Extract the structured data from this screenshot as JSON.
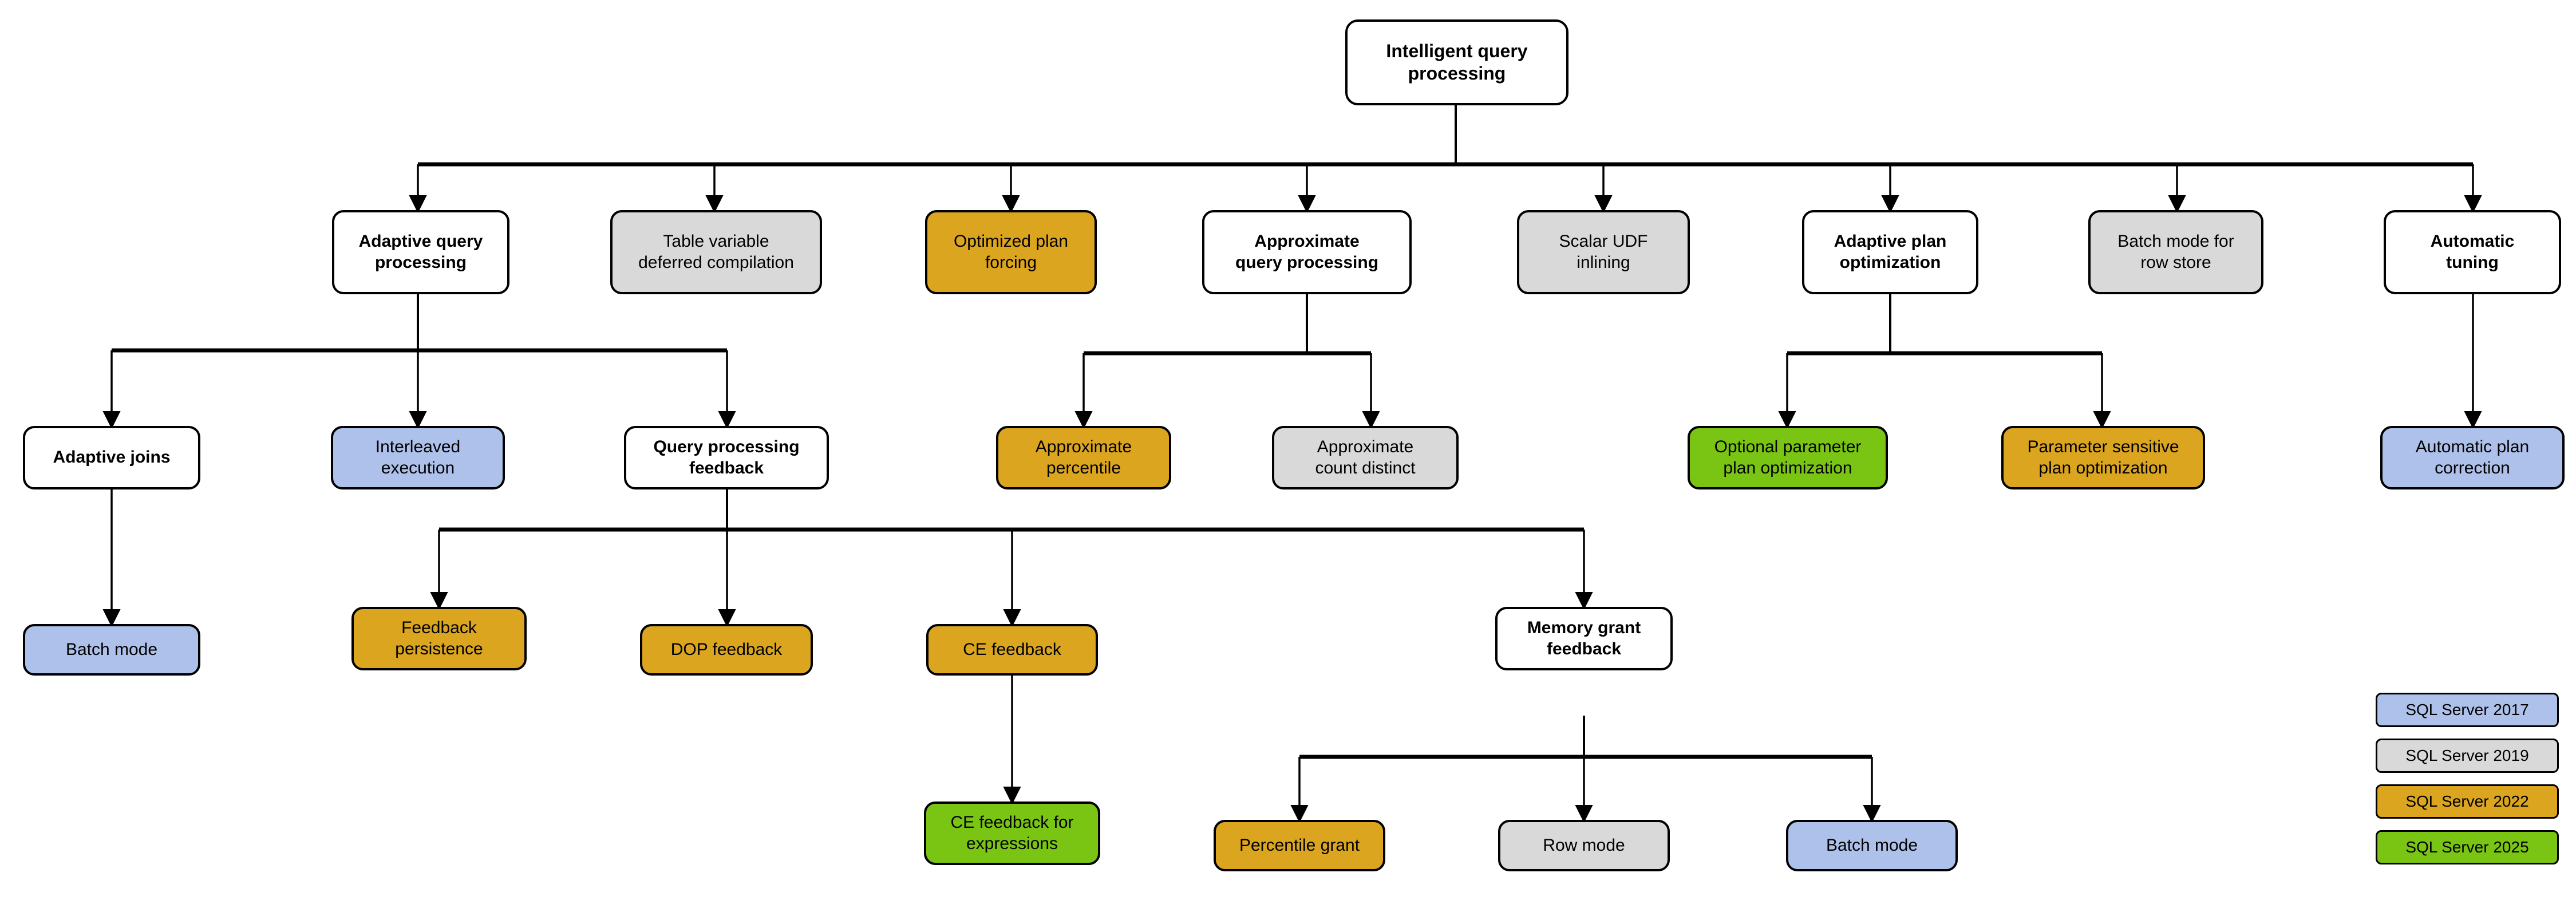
{
  "diagram": {
    "title": "Intelligent query processing",
    "type": "tree",
    "palette": {
      "white": "#ffffff",
      "gray": "#d9d9d9",
      "orange": "#dba520",
      "blue": "#aec1ea",
      "green": "#7ac514",
      "stroke": "#000000"
    },
    "nodes": {
      "root": "Intelligent query\nprocessing",
      "adaptive_query_processing": "Adaptive query\nprocessing",
      "table_variable_deferred_compilation": "Table variable\ndeferred compilation",
      "optimized_plan_forcing": "Optimized plan\nforcing",
      "approximate_query_processing": "Approximate\nquery processing",
      "scalar_udf_inlining": "Scalar UDF\ninlining",
      "adaptive_plan_optimization": "Adaptive plan\noptimization",
      "batch_mode_for_row_store": "Batch mode for\nrow store",
      "automatic_tuning": "Automatic\ntuning",
      "adaptive_joins": "Adaptive joins",
      "interleaved_execution": "Interleaved\nexecution",
      "query_processing_feedback": "Query processing\nfeedback",
      "approximate_percentile": "Approximate\npercentile",
      "approximate_count_distinct": "Approximate\ncount distinct",
      "optional_parameter_plan_optimization": "Optional parameter\nplan optimization",
      "parameter_sensitive_plan_optimization": "Parameter sensitive\nplan optimization",
      "automatic_plan_correction": "Automatic plan\ncorrection",
      "batch_mode_adaptive_joins": "Batch mode",
      "feedback_persistence": "Feedback\npersistence",
      "dop_feedback": "DOP feedback",
      "ce_feedback": "CE feedback",
      "memory_grant_feedback": "Memory grant\nfeedback",
      "ce_feedback_for_expressions": "CE feedback for\nexpressions",
      "percentile_grant": "Percentile grant",
      "row_mode": "Row mode",
      "batch_mode_memory_grant": "Batch mode"
    }
  },
  "legend": {
    "items": [
      {
        "label": "SQL Server 2017",
        "color": "blue"
      },
      {
        "label": "SQL Server 2019",
        "color": "gray"
      },
      {
        "label": "SQL Server 2022",
        "color": "orange"
      },
      {
        "label": "SQL Server 2025",
        "color": "green"
      }
    ]
  }
}
